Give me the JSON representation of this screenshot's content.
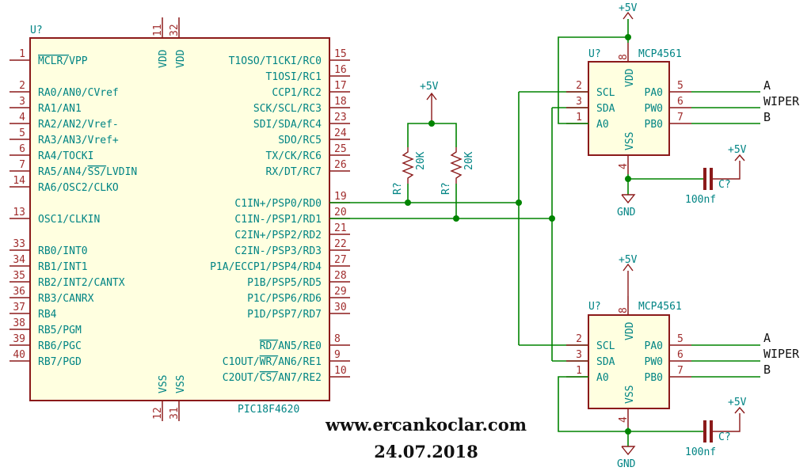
{
  "pic": {
    "ref": "U?",
    "name": "PIC18F4620",
    "left_pins": [
      {
        "num": "1",
        "name": "MCLR/VPP"
      },
      {
        "num": "2",
        "name": "RA0/AN0/CVref"
      },
      {
        "num": "3",
        "name": "RA1/AN1"
      },
      {
        "num": "4",
        "name": "RA2/AN2/Vref-"
      },
      {
        "num": "5",
        "name": "RA3/AN3/Vref+"
      },
      {
        "num": "6",
        "name": "RA4/TOCKI"
      },
      {
        "num": "7",
        "name": "RA5/AN4/SS/LVDIN"
      },
      {
        "num": "14",
        "name": "RA6/OSC2/CLKO"
      },
      {
        "num": "13",
        "name": "OSC1/CLKIN"
      },
      {
        "num": "33",
        "name": "RB0/INT0"
      },
      {
        "num": "34",
        "name": "RB1/INT1"
      },
      {
        "num": "35",
        "name": "RB2/INT2/CANTX"
      },
      {
        "num": "36",
        "name": "RB3/CANRX"
      },
      {
        "num": "37",
        "name": "RB4"
      },
      {
        "num": "38",
        "name": "RB5/PGM"
      },
      {
        "num": "39",
        "name": "RB6/PGC"
      },
      {
        "num": "40",
        "name": "RB7/PGD"
      }
    ],
    "right_pins": [
      {
        "num": "15",
        "name": "T1OSO/T1CKI/RC0"
      },
      {
        "num": "16",
        "name": "T1OSI/RC1"
      },
      {
        "num": "17",
        "name": "CCP1/RC2"
      },
      {
        "num": "18",
        "name": "SCK/SCL/RC3"
      },
      {
        "num": "23",
        "name": "SDI/SDA/RC4"
      },
      {
        "num": "24",
        "name": "SDO/RC5"
      },
      {
        "num": "25",
        "name": "TX/CK/RC6"
      },
      {
        "num": "26",
        "name": "RX/DT/RC7"
      },
      {
        "num": "19",
        "name": "C1IN+/PSP0/RD0"
      },
      {
        "num": "20",
        "name": "C1IN-/PSP1/RD1"
      },
      {
        "num": "21",
        "name": "C2IN+/PSP2/RD2"
      },
      {
        "num": "22",
        "name": "C2IN-/PSP3/RD3"
      },
      {
        "num": "27",
        "name": "P1A/ECCP1/PSP4/RD4"
      },
      {
        "num": "28",
        "name": "P1B/PSP5/RD5"
      },
      {
        "num": "29",
        "name": "P1C/PSP6/RD6"
      },
      {
        "num": "30",
        "name": "P1D/PSP7/RD7"
      },
      {
        "num": "8",
        "name": "RD/AN5/RE0"
      },
      {
        "num": "9",
        "name": "C1OUT/WR/AN6/RE1"
      },
      {
        "num": "10",
        "name": "C2OUT/CS/AN7/RE2"
      }
    ],
    "top_pins": [
      {
        "num": "11",
        "name": "VDD"
      },
      {
        "num": "32",
        "name": "VDD"
      }
    ],
    "bottom_pins": [
      {
        "num": "12",
        "name": "VSS"
      },
      {
        "num": "31",
        "name": "VSS"
      }
    ]
  },
  "pullups": {
    "supply": "+5V",
    "resistors": [
      {
        "ref": "R?",
        "value": "20K"
      },
      {
        "ref": "R?",
        "value": "20K"
      }
    ]
  },
  "pots": [
    {
      "ref": "U?",
      "name": "MCP4561",
      "supply": "+5V",
      "gnd": "GND",
      "left_pins": [
        {
          "num": "2",
          "name": "SCL"
        },
        {
          "num": "3",
          "name": "SDA"
        },
        {
          "num": "1",
          "name": "A0"
        }
      ],
      "right_pins": [
        {
          "num": "5",
          "name": "PA0"
        },
        {
          "num": "6",
          "name": "PW0"
        },
        {
          "num": "7",
          "name": "PB0"
        }
      ],
      "top_pin": {
        "num": "8",
        "name": "VDD"
      },
      "bottom_pin": {
        "num": "4",
        "name": "VSS"
      },
      "outputs": [
        "A",
        "WIPER",
        "B"
      ],
      "cap": {
        "ref": "C?",
        "value": "100nf",
        "supply": "+5V"
      }
    },
    {
      "ref": "U?",
      "name": "MCP4561",
      "supply": "+5V",
      "gnd": "GND",
      "left_pins": [
        {
          "num": "2",
          "name": "SCL"
        },
        {
          "num": "3",
          "name": "SDA"
        },
        {
          "num": "1",
          "name": "A0"
        }
      ],
      "right_pins": [
        {
          "num": "5",
          "name": "PA0"
        },
        {
          "num": "6",
          "name": "PW0"
        },
        {
          "num": "7",
          "name": "PB0"
        }
      ],
      "top_pin": {
        "num": "8",
        "name": "VDD"
      },
      "bottom_pin": {
        "num": "4",
        "name": "VSS"
      },
      "outputs": [
        "A",
        "WIPER",
        "B"
      ],
      "cap": {
        "ref": "C?",
        "value": "100nf",
        "supply": "+5V"
      }
    }
  ],
  "watermark": {
    "site": "www.ercankoclar.com",
    "date": "24.07.2018"
  }
}
